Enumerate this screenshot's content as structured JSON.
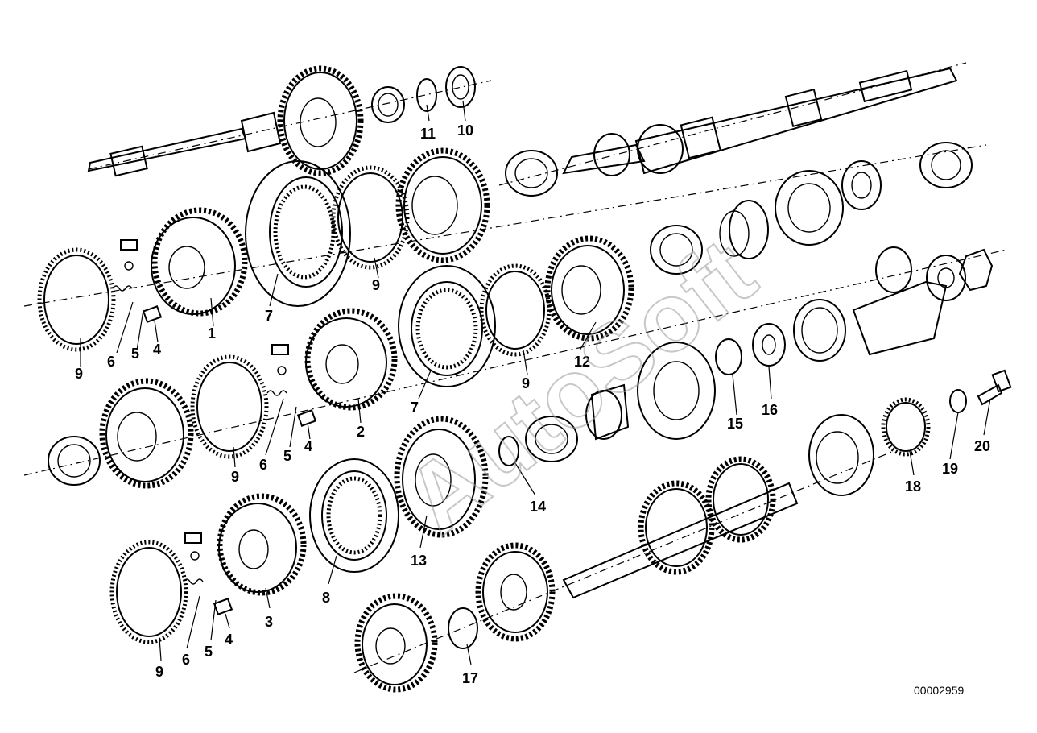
{
  "diagram_id": "00002959",
  "watermark": "AutoSoft",
  "part_labels": [
    {
      "key": "p11",
      "text": "11"
    },
    {
      "key": "p10",
      "text": "10"
    },
    {
      "key": "p9a",
      "text": "9"
    },
    {
      "key": "p7a",
      "text": "7"
    },
    {
      "key": "p1",
      "text": "1"
    },
    {
      "key": "p9b",
      "text": "9"
    },
    {
      "key": "p6a",
      "text": "6"
    },
    {
      "key": "p5a",
      "text": "5"
    },
    {
      "key": "p4a",
      "text": "4"
    },
    {
      "key": "p12",
      "text": "12"
    },
    {
      "key": "p9c",
      "text": "9"
    },
    {
      "key": "p7b",
      "text": "7"
    },
    {
      "key": "p2",
      "text": "2"
    },
    {
      "key": "p6b",
      "text": "6"
    },
    {
      "key": "p5b",
      "text": "5"
    },
    {
      "key": "p4b",
      "text": "4"
    },
    {
      "key": "p9d",
      "text": "9"
    },
    {
      "key": "p15",
      "text": "15"
    },
    {
      "key": "p16",
      "text": "16"
    },
    {
      "key": "p14",
      "text": "14"
    },
    {
      "key": "p13",
      "text": "13"
    },
    {
      "key": "p8",
      "text": "8"
    },
    {
      "key": "p3",
      "text": "3"
    },
    {
      "key": "p6c",
      "text": "6"
    },
    {
      "key": "p5c",
      "text": "5"
    },
    {
      "key": "p4c",
      "text": "4"
    },
    {
      "key": "p9e",
      "text": "9"
    },
    {
      "key": "p17",
      "text": "17"
    },
    {
      "key": "p18",
      "text": "18"
    },
    {
      "key": "p19",
      "text": "19"
    },
    {
      "key": "p20",
      "text": "20"
    }
  ]
}
